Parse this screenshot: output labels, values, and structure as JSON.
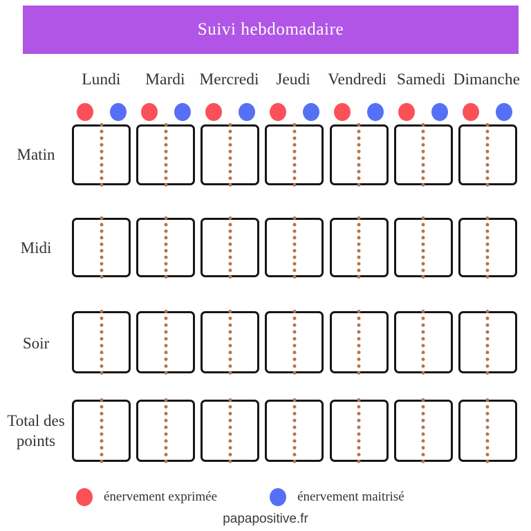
{
  "banner": {
    "title": "Suivi hebdomadaire",
    "background_color": "#b055e5",
    "text_color": "#ffffff"
  },
  "days": [
    {
      "label": "Lundi"
    },
    {
      "label": "Mardi"
    },
    {
      "label": "Mercredi"
    },
    {
      "label": "Jeudi"
    },
    {
      "label": "Vendredi"
    },
    {
      "label": "Samedi"
    },
    {
      "label": "Dimanche"
    }
  ],
  "dot_markers": {
    "red_color": "#fb5058",
    "blue_color": "#5570f5",
    "per_day": [
      "red",
      "blue"
    ]
  },
  "rows": [
    {
      "label": "Matin",
      "cells": [
        "",
        "",
        "",
        "",
        "",
        "",
        ""
      ]
    },
    {
      "label": "Midi",
      "cells": [
        "",
        "",
        "",
        "",
        "",
        "",
        ""
      ]
    },
    {
      "label": "Soir",
      "cells": [
        "",
        "",
        "",
        "",
        "",
        "",
        ""
      ]
    },
    {
      "label": "Total des\npoints",
      "label_line1": "Total des",
      "label_line2": "points",
      "cells": [
        "",
        "",
        "",
        "",
        "",
        "",
        ""
      ]
    }
  ],
  "cell_style": {
    "border_color": "#161616",
    "divider_color": "#b5744a",
    "divider_style": "dotted"
  },
  "legend": {
    "items": [
      {
        "color": "red",
        "label": "énervement exprimée"
      },
      {
        "color": "blue",
        "label": "énervement maitrisé"
      }
    ]
  },
  "footer": {
    "credit": "papapositive.fr"
  }
}
